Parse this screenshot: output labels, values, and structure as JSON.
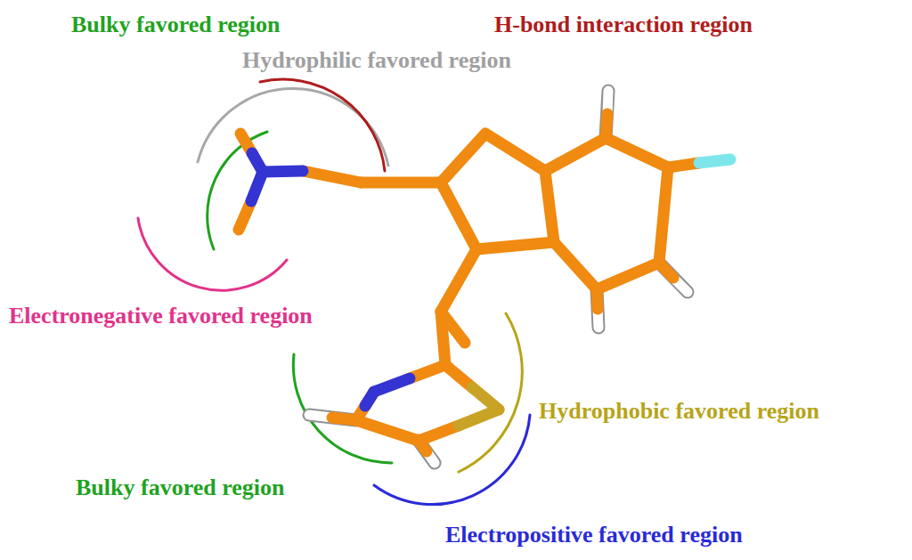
{
  "diagram": {
    "labels": [
      "Bulky favored region",
      "H-bond interaction region",
      "Hydrophilic favored region",
      "Electronegative favored region",
      "Hydrophobic favored region",
      "Bulky favored region",
      "Electropositive favored region"
    ]
  }
}
